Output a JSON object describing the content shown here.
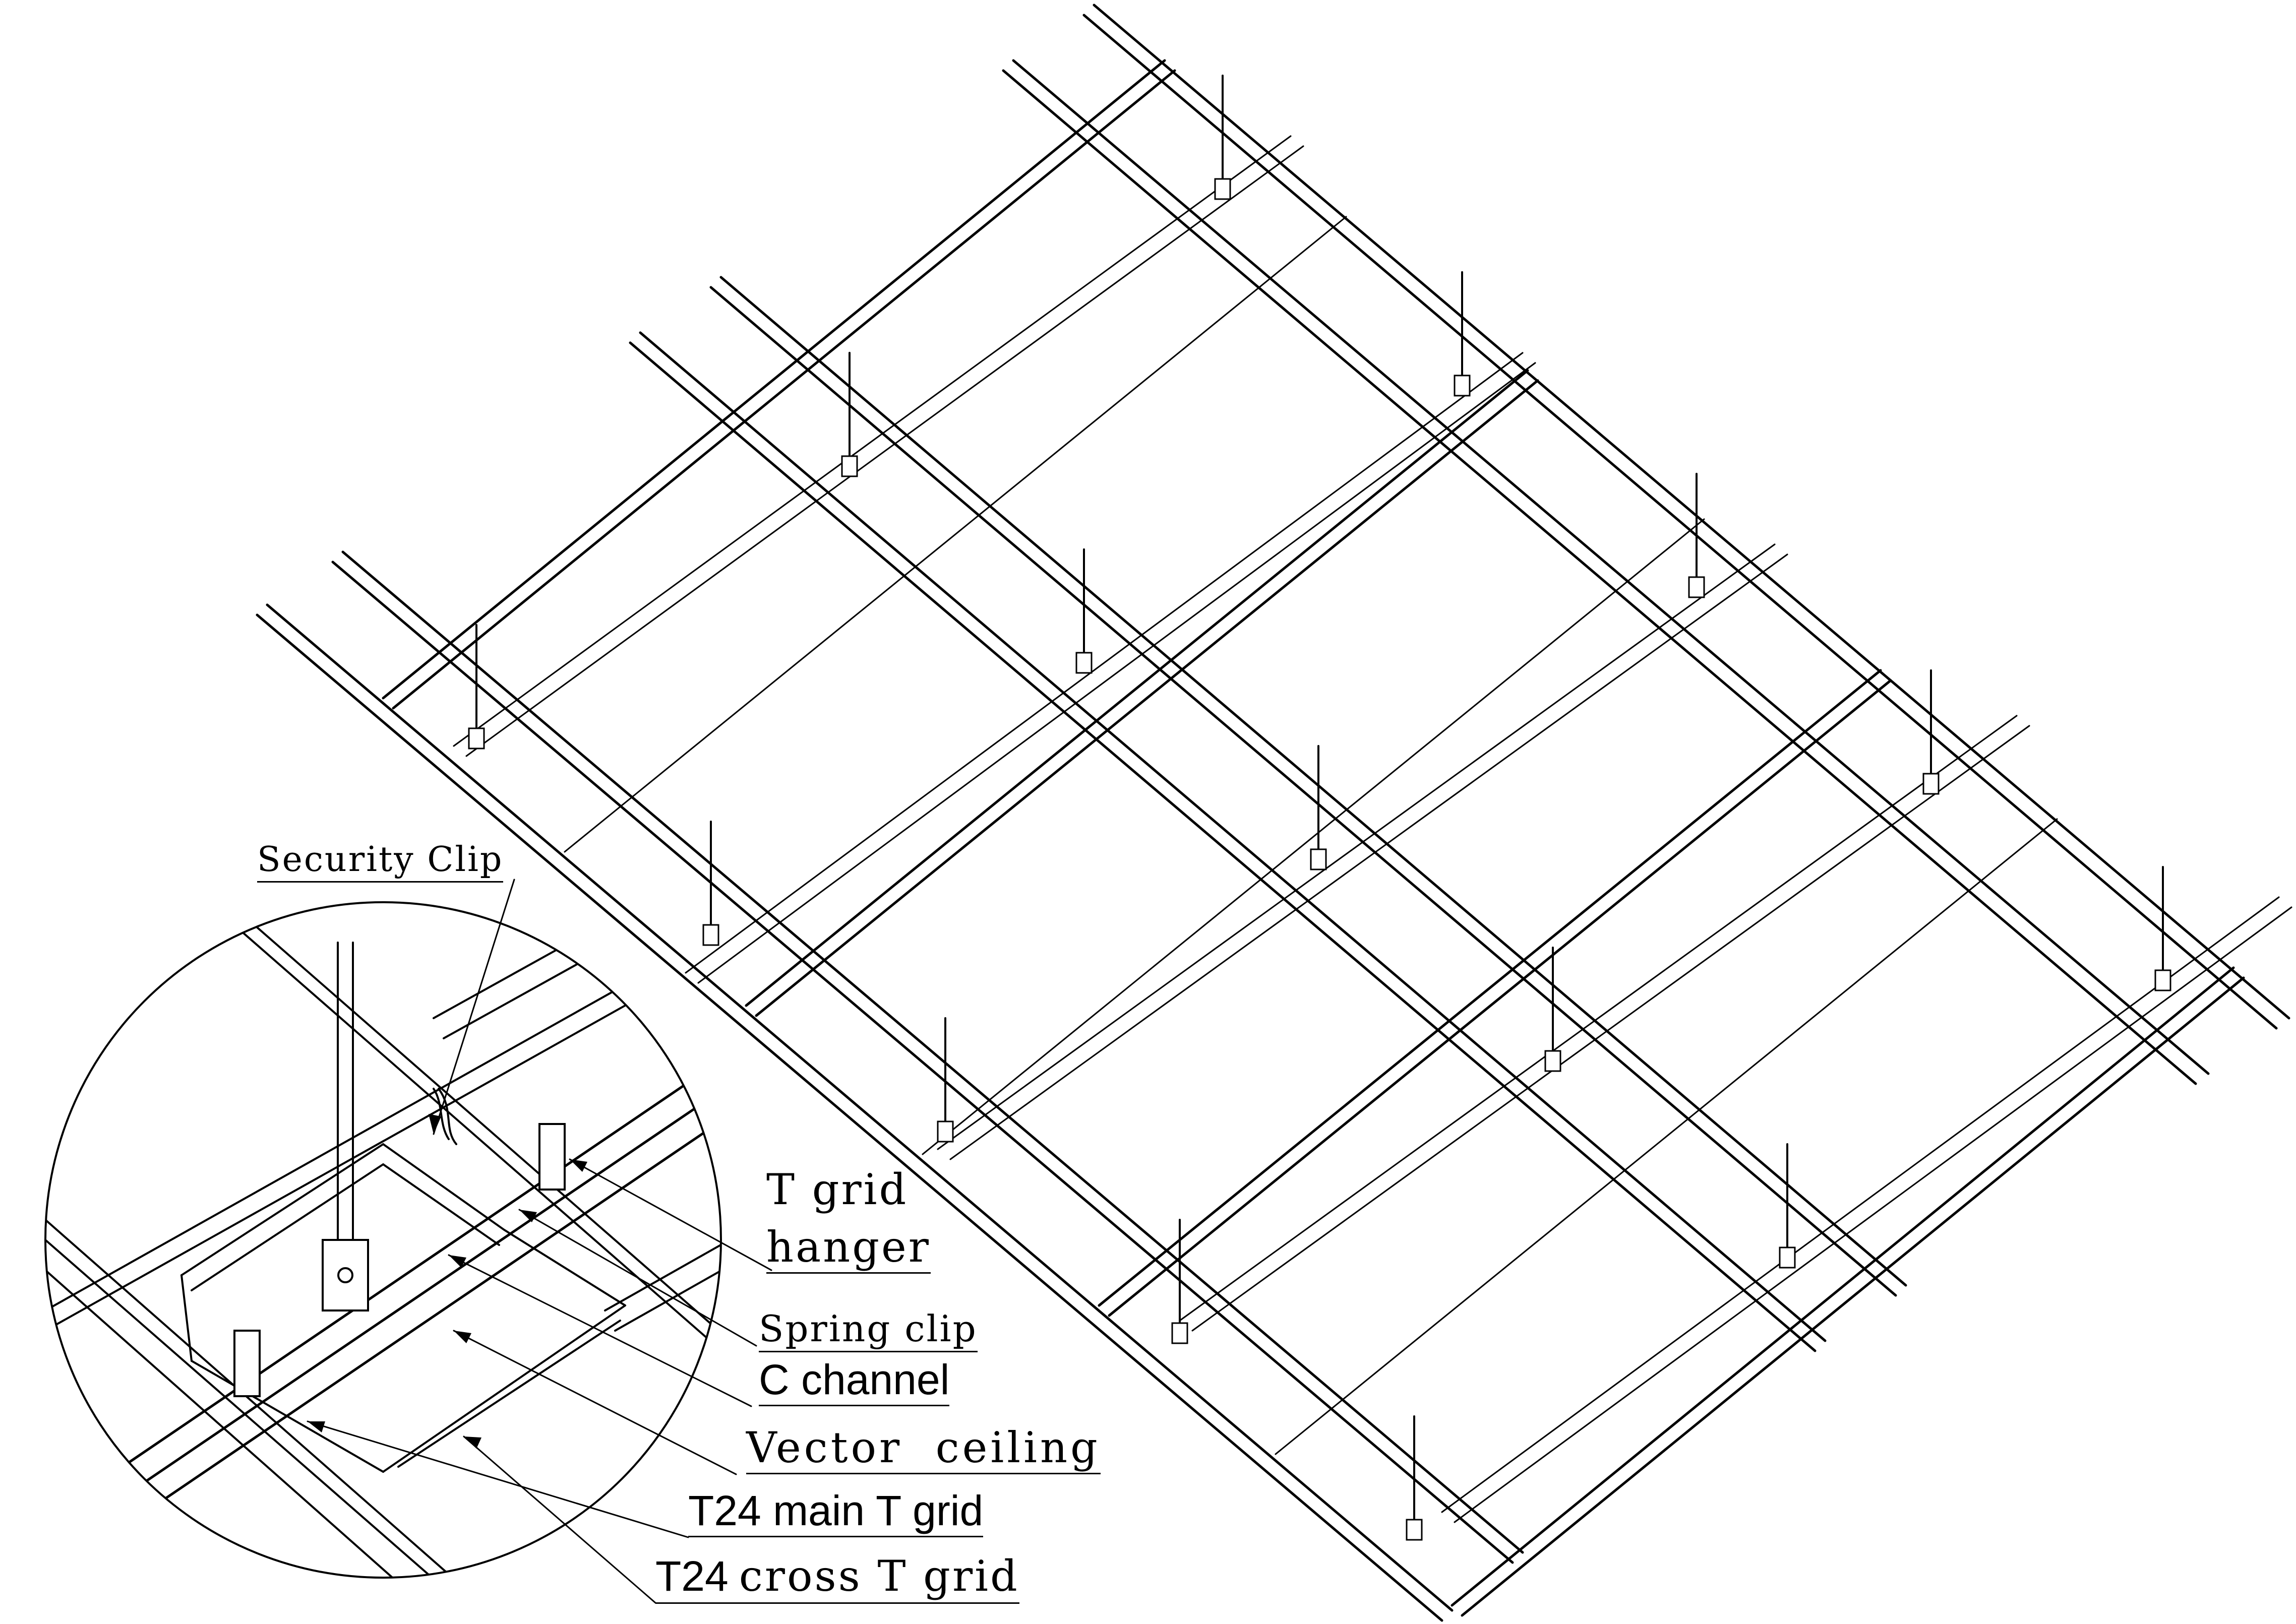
{
  "labels": {
    "security_clip": "Security Clip",
    "t_grid": "T grid",
    "hanger": "hanger",
    "spring_clip": "Spring clip",
    "c_channel": "C channel",
    "vector_ceiling": "Vector  ceiling",
    "t24_main": "T24 main T grid",
    "t24_cross_bold": "T24",
    "t24_cross_rest": "cross T grid"
  },
  "colors": {
    "line": "#000000",
    "background": "#ffffff"
  }
}
